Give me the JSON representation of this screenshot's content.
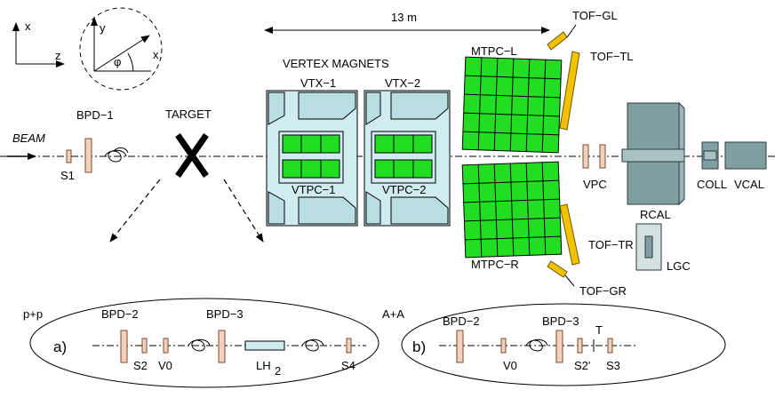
{
  "axes": {
    "x": "x",
    "z": "z",
    "y": "y",
    "x2": "x",
    "phi": "φ"
  },
  "beam": {
    "label": "BEAM"
  },
  "top": {
    "s1": "S1",
    "bpd1": "BPD−1",
    "target": "TARGET",
    "distance": "13 m",
    "vertex_magnets": "VERTEX MAGNETS",
    "vtx1": "VTX−1",
    "vtx2": "VTX−2",
    "vtpc1": "VTPC−1",
    "vtpc2": "VTPC−2",
    "mtpc_l": "MTPC−L",
    "mtpc_r": "MTPC−R",
    "tof_gl": "TOF−GL",
    "tof_tl": "TOF−TL",
    "tof_tr": "TOF−TR",
    "tof_gr": "TOF−GR",
    "vpc": "VPC",
    "rcal": "RCAL",
    "lgc": "LGC",
    "coll": "COLL",
    "vcal": "VCAL"
  },
  "pp": {
    "title": "p+p",
    "panel": "a)",
    "bpd2": "BPD−2",
    "bpd3": "BPD−3",
    "s2": "S2",
    "v0": "V0",
    "lh": "LH",
    "lh_sub": "2",
    "s4": "S4"
  },
  "aa": {
    "title": "A+A",
    "panel": "b)",
    "bpd2": "BPD−2",
    "bpd3": "BPD−3",
    "t": "T",
    "v0": "V0",
    "s2p": "S2'",
    "s3": "S3"
  },
  "colors": {
    "detector": "#f3d1bd",
    "magnet": "#cfecee",
    "tpc_grid": "#22dd22",
    "tof": "#f2c200",
    "calorimeter": "#7f9fa3"
  }
}
